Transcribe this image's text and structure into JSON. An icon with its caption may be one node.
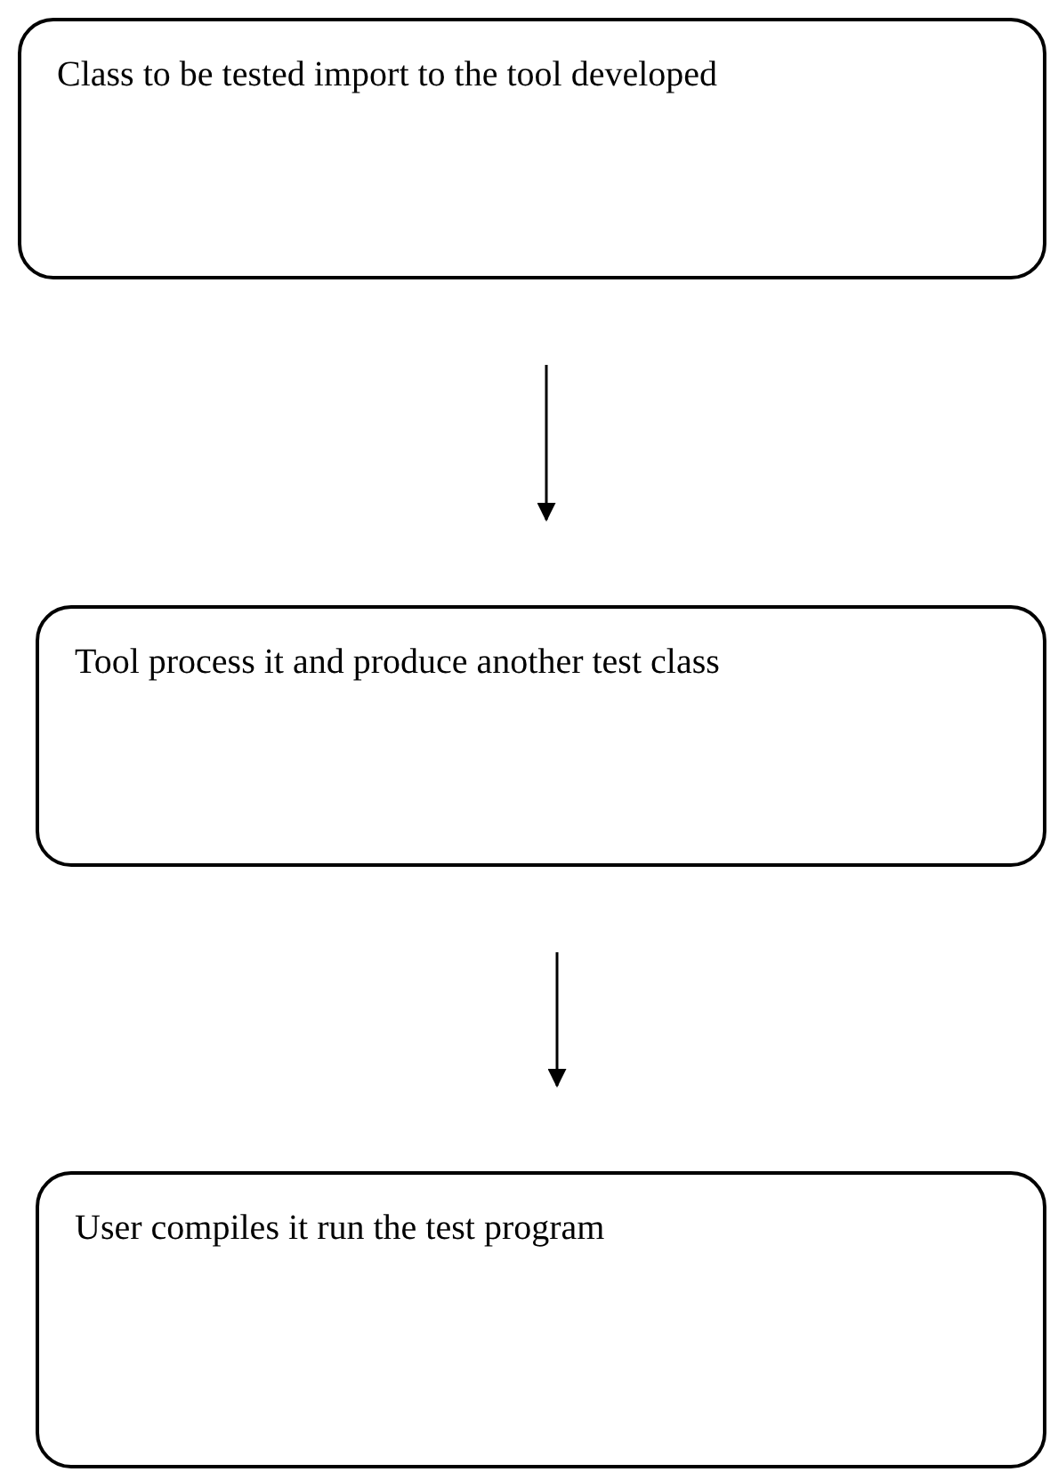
{
  "diagram": {
    "nodes": [
      {
        "text": [
          "Class to be tested import to the tool developed"
        ]
      },
      {
        "text": [
          "Tool process it and produce another test class"
        ]
      },
      {
        "text": [
          "User compiles it run the test program"
        ]
      }
    ],
    "edges": [
      {
        "from": 0,
        "to": 1,
        "arrow": "to"
      },
      {
        "from": 1,
        "to": 2,
        "arrow": "to"
      }
    ]
  }
}
